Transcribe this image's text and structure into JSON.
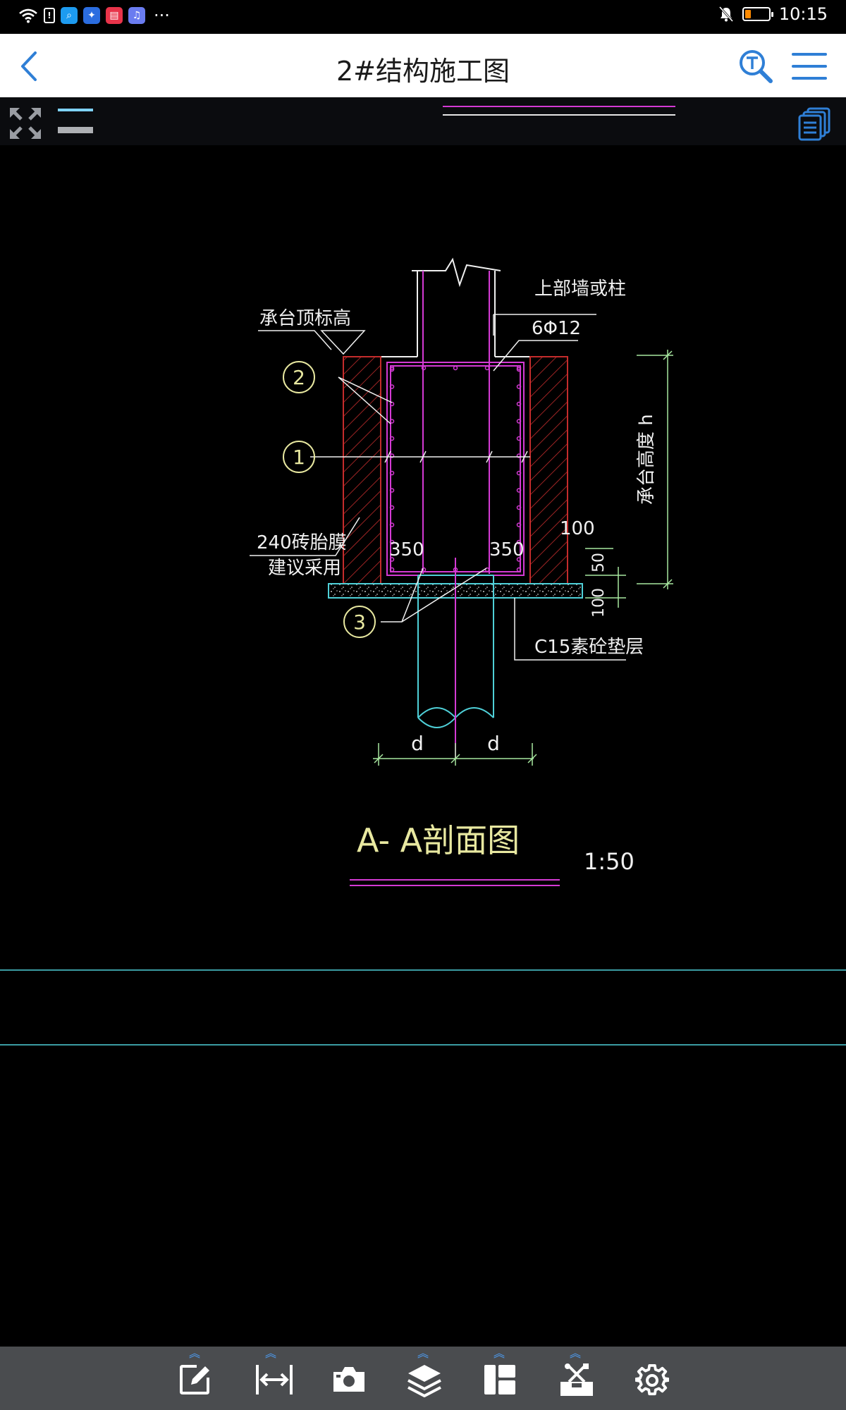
{
  "status_bar": {
    "time": "10:15",
    "more_indicator": "···",
    "battery_percent": 25,
    "icons": [
      "wifi-icon",
      "sim-alert-icon",
      "search-app-icon",
      "bulb-app-icon",
      "book-app-icon",
      "music-app-icon",
      "bell-muted-icon",
      "battery-icon"
    ]
  },
  "header": {
    "title": "2#结构施工图",
    "back_icon": "chevron-left-icon",
    "search_icon": "text-search-icon",
    "menu_icon": "hamburger-menu-icon",
    "accent_color": "#2f7fd6"
  },
  "subbar": {
    "icons": [
      "expand-arrows-icon",
      "line-style-icon",
      "layout-layers-icon"
    ]
  },
  "drawing": {
    "labels": {
      "cap_top_elev": "承台顶标高",
      "upper_wall": "上部墙或柱",
      "rebar": "6Φ12",
      "brick_form_1": "240砖胎膜",
      "brick_form_2": "建议采用",
      "cap_height": "承台高度 h",
      "dim_350_left": "350",
      "dim_350_right": "350",
      "dim_100_a": "100",
      "dim_50": "50",
      "dim_100_b": "100",
      "cushion": "C15素砼垫层",
      "d_left": "d",
      "d_right": "d",
      "section_title": "A- A剖面图",
      "scale": "1:50",
      "callout_1": "1",
      "callout_2": "2",
      "callout_3": "3"
    },
    "colors": {
      "magenta": "#d43ad4",
      "red": "#c42c2c",
      "cyan": "#4fd0d8",
      "white": "#f0f0f0",
      "yellow": "#e8e8a0",
      "green": "#a8e8a0"
    }
  },
  "bottom_toolbar": {
    "tools": [
      {
        "name": "annotate-tool",
        "icon": "edit-icon",
        "has_arrow": true
      },
      {
        "name": "measure-tool",
        "icon": "measure-icon",
        "has_arrow": true
      },
      {
        "name": "camera-tool",
        "icon": "camera-icon",
        "has_arrow": false
      },
      {
        "name": "layers-tool",
        "icon": "layers-icon",
        "has_arrow": true
      },
      {
        "name": "layout-tool",
        "icon": "layout-icon",
        "has_arrow": true
      },
      {
        "name": "toolbox-tool",
        "icon": "toolbox-icon",
        "has_arrow": true
      },
      {
        "name": "settings-tool",
        "icon": "gear-icon",
        "has_arrow": false
      }
    ],
    "arrow_glyph": "︽"
  }
}
